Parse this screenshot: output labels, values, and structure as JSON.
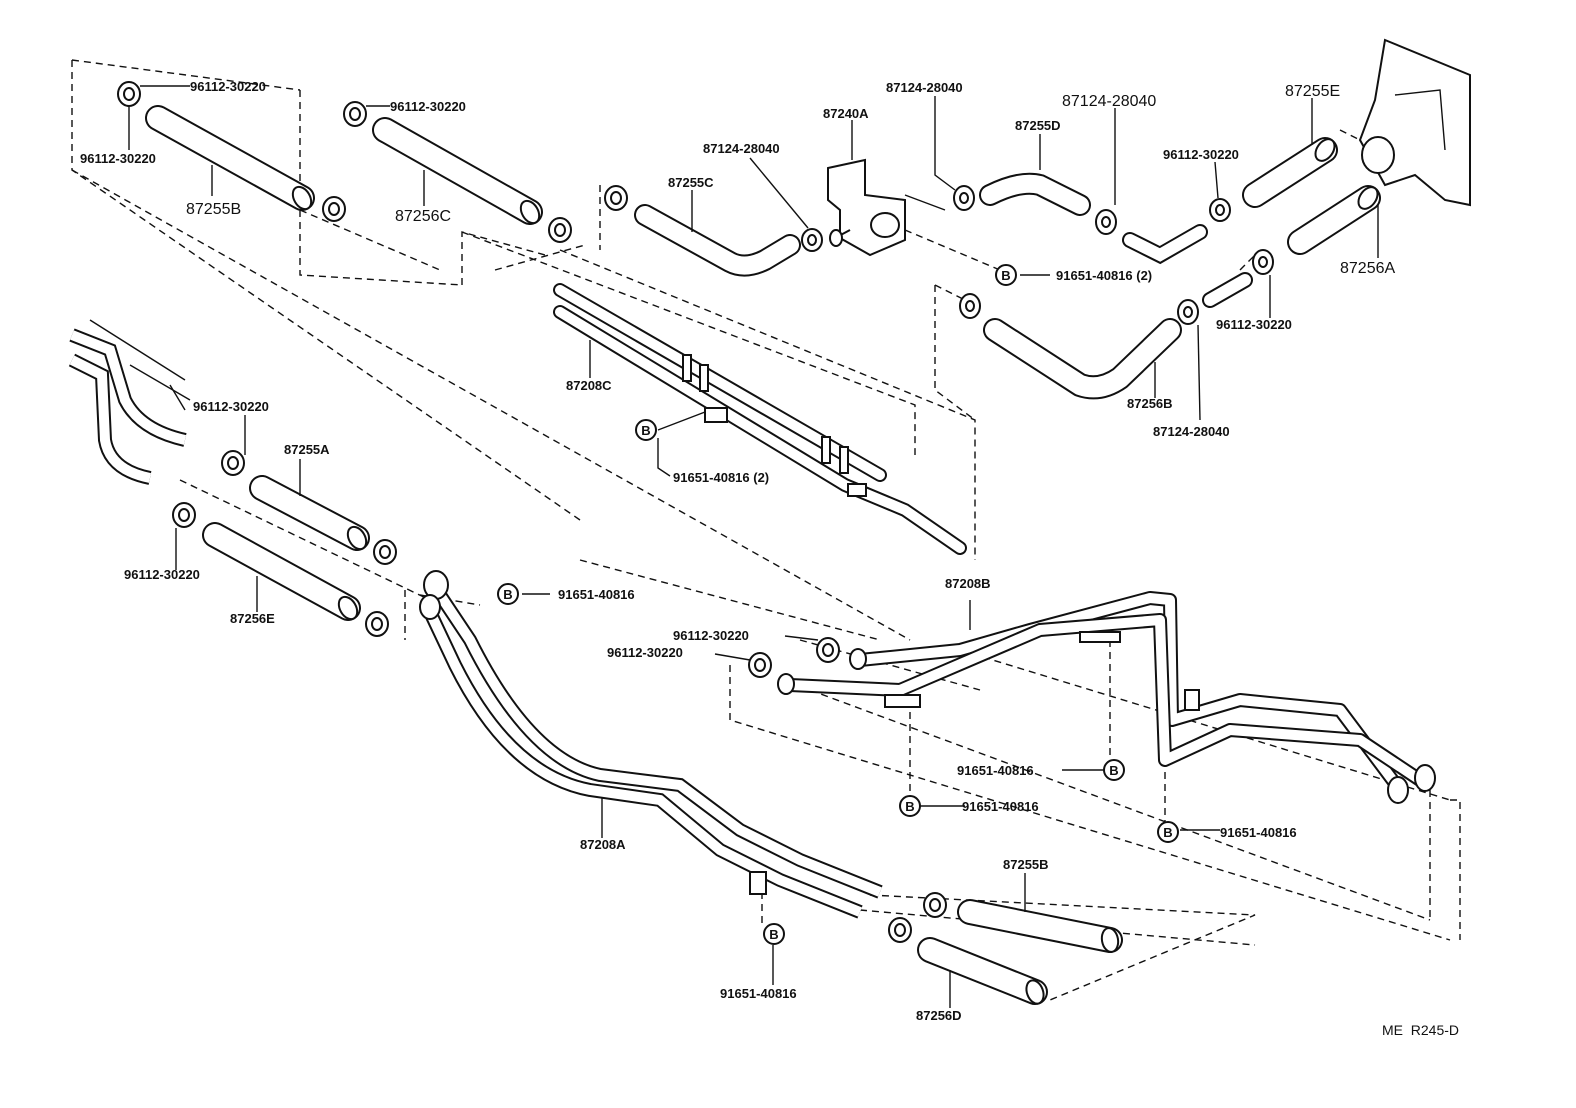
{
  "parts": {
    "hose_87255B": "87255B",
    "hose_87256C": "87256C",
    "hose_87255C": "87255C",
    "valve_87240A": "87240A",
    "hose_87255D": "87255D",
    "hose_87255E": "87255E",
    "hose_87256A": "87256A",
    "hose_87256B_upper": "87256B",
    "pipe_87208C": "87208C",
    "hose_87255A": "87255A",
    "hose_87256E": "87256E",
    "pipe_87208A": "87208A",
    "pipe_87208B": "87208B",
    "hose_87255B_lower": "87255B",
    "hose_87256D": "87256D"
  },
  "clamps": {
    "c1": "96112-30220",
    "c2": "96112-30220",
    "c3": "96112-30220",
    "c4": "96112-30220",
    "c5": "96112-30220",
    "c6": "96112-30220",
    "c7": "96112-30220",
    "c8": "96112-30220",
    "c9": "96112-30220"
  },
  "clips": {
    "k1": "87124-28040",
    "k2": "87124-28040",
    "k3": "87124-28040",
    "k4": "87124-28040"
  },
  "bolts": {
    "b1": "91651-40816 (2)",
    "b2": "91651-40816 (2)",
    "b3": "91651-40816",
    "b4": "91651-40816",
    "b5": "91651-40816",
    "b6": "91651-40816",
    "b7": "91651-40816"
  },
  "bolt_marker": "B",
  "figure_ref": "ME  R245-D"
}
